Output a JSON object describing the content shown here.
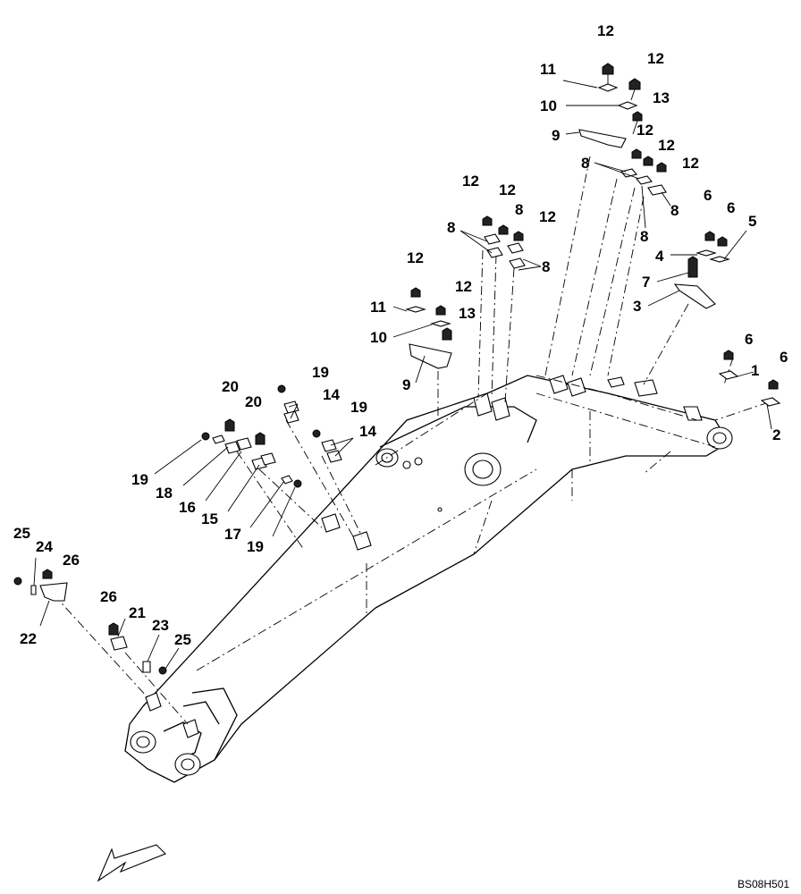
{
  "diagram": {
    "code": "BS08H501",
    "direction_arrow_icon": "front-direction-arrow-icon",
    "callouts": [
      {
        "id": "c1",
        "label": "12"
      },
      {
        "id": "c2",
        "label": "11"
      },
      {
        "id": "c3",
        "label": "12"
      },
      {
        "id": "c4",
        "label": "10"
      },
      {
        "id": "c5",
        "label": "13"
      },
      {
        "id": "c6",
        "label": "9"
      },
      {
        "id": "c7",
        "label": "12"
      },
      {
        "id": "c8",
        "label": "12"
      },
      {
        "id": "c9",
        "label": "12"
      },
      {
        "id": "c10",
        "label": "8"
      },
      {
        "id": "c11",
        "label": "8"
      },
      {
        "id": "c12",
        "label": "8"
      },
      {
        "id": "c13",
        "label": "12"
      },
      {
        "id": "c14",
        "label": "12"
      },
      {
        "id": "c15",
        "label": "8"
      },
      {
        "id": "c16",
        "label": "12"
      },
      {
        "id": "c17",
        "label": "8"
      },
      {
        "id": "c18",
        "label": "8"
      },
      {
        "id": "c19",
        "label": "6"
      },
      {
        "id": "c20",
        "label": "6"
      },
      {
        "id": "c21",
        "label": "5"
      },
      {
        "id": "c22",
        "label": "4"
      },
      {
        "id": "c23",
        "label": "7"
      },
      {
        "id": "c24",
        "label": "3"
      },
      {
        "id": "c25",
        "label": "12"
      },
      {
        "id": "c26",
        "label": "11"
      },
      {
        "id": "c27",
        "label": "12"
      },
      {
        "id": "c28",
        "label": "13"
      },
      {
        "id": "c29",
        "label": "10"
      },
      {
        "id": "c30",
        "label": "9"
      },
      {
        "id": "c31",
        "label": "6"
      },
      {
        "id": "c32",
        "label": "1"
      },
      {
        "id": "c33",
        "label": "6"
      },
      {
        "id": "c34",
        "label": "2"
      },
      {
        "id": "c35",
        "label": "19"
      },
      {
        "id": "c36",
        "label": "20"
      },
      {
        "id": "c37",
        "label": "20"
      },
      {
        "id": "c38",
        "label": "14"
      },
      {
        "id": "c39",
        "label": "19"
      },
      {
        "id": "c40",
        "label": "14"
      },
      {
        "id": "c41",
        "label": "19"
      },
      {
        "id": "c42",
        "label": "18"
      },
      {
        "id": "c43",
        "label": "16"
      },
      {
        "id": "c44",
        "label": "15"
      },
      {
        "id": "c45",
        "label": "17"
      },
      {
        "id": "c46",
        "label": "19"
      },
      {
        "id": "c47",
        "label": "25"
      },
      {
        "id": "c48",
        "label": "24"
      },
      {
        "id": "c49",
        "label": "26"
      },
      {
        "id": "c50",
        "label": "22"
      },
      {
        "id": "c51",
        "label": "26"
      },
      {
        "id": "c52",
        "label": "21"
      },
      {
        "id": "c53",
        "label": "23"
      },
      {
        "id": "c54",
        "label": "25"
      }
    ]
  }
}
